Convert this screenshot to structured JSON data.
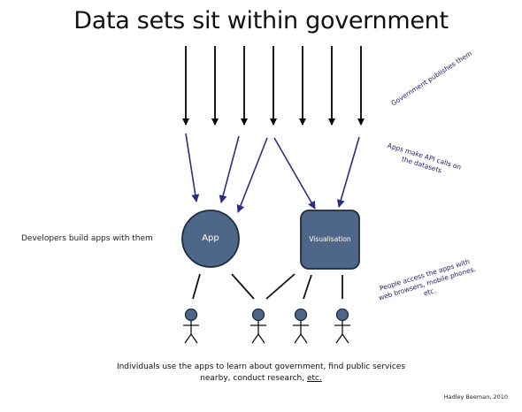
{
  "title": "Data sets sit within government",
  "annotations": {
    "publishes": "Government publishes them",
    "api_calls": "Apps make API calls on the datasets",
    "people_access": "People access the apps with web browsers, mobile phones, etc."
  },
  "developers_label": "Developers build apps with them",
  "nodes": {
    "app": "App",
    "visualisation": "Visualisation"
  },
  "caption": {
    "text": "Individuals use the apps to learn about government,  find public services nearby, conduct research, ",
    "etc": "etc."
  },
  "credit": "Hadley Beeman, 2010",
  "colors": {
    "node_fill": "#4e6688",
    "node_stroke": "#1f2c3f",
    "api_arrow": "#2b2e82",
    "black_arrow": "#000000",
    "annotation_text": "#1e1b6b"
  }
}
